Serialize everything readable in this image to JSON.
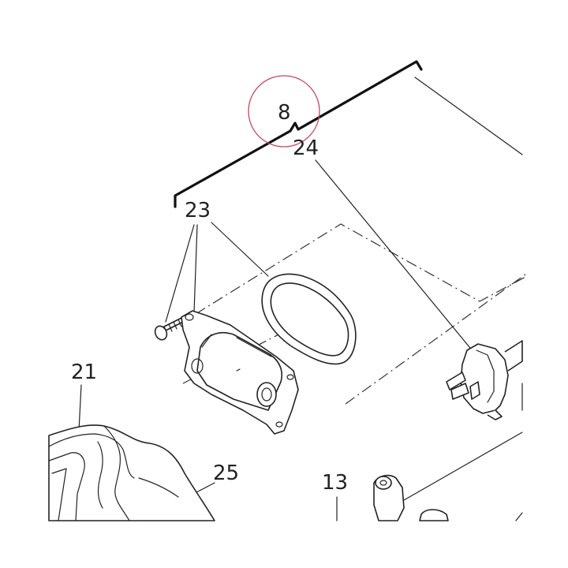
{
  "callouts": {
    "c8": "8",
    "c24": "24",
    "c23": "23",
    "c21": "21",
    "c25": "25",
    "c13": "13"
  },
  "colors": {
    "highlight_circle": "#c8475a",
    "line": "#222222",
    "background": "#ffffff"
  }
}
